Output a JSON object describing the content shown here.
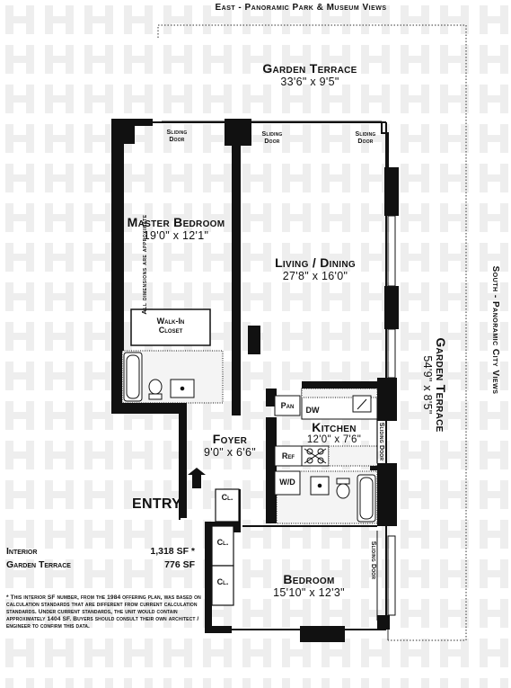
{
  "views": {
    "east": "East - Panoramic Park & Museum Views",
    "south": "South - Panoramic City Views"
  },
  "rooms": {
    "garden_terrace_north": {
      "name": "Garden Terrace",
      "dim": "33'6\" x 9'5\""
    },
    "garden_terrace_east": {
      "name": "Garden Terrace",
      "dim": "54'9\" x 8'5\""
    },
    "master_bedroom": {
      "name": "Master Bedroom",
      "dim": "19'0\" x 12'1\""
    },
    "living_dining": {
      "name": "Living / Dining",
      "dim": "27'8\" x 16'0\""
    },
    "kitchen": {
      "name": "Kitchen",
      "dim": "12'0\" x 7'6\""
    },
    "foyer": {
      "name": "Foyer",
      "dim": "9'0\" x 6'6\""
    },
    "bedroom": {
      "name": "Bedroom",
      "dim": "15'10\" x 12'3\""
    },
    "walk_in_closet": {
      "line1": "Walk-In",
      "line2": "Closet"
    }
  },
  "fixtures": {
    "sliding_door_1": {
      "line1": "Sliding",
      "line2": "Door"
    },
    "sliding_door_2": {
      "line1": "Sliding",
      "line2": "Door"
    },
    "sliding_door_3": {
      "line1": "Sliding",
      "line2": "Door"
    },
    "sliding_door_kitchen": "Sliding Door",
    "sliding_door_bedroom": "Sliding Door",
    "pantry": "Pan",
    "dishwasher": "DW",
    "refrigerator": "Ref",
    "washer_dryer": "W/D",
    "closet_foyer": "Cl.",
    "closet_bed_1": "Cl.",
    "closet_bed_2": "Cl."
  },
  "notes": {
    "approximate": "All dimensions are approximate",
    "entry": "ENTRY",
    "disclaimer": "* This interior SF number, from the 1984 offering plan, was based on calculation standards that are different from current calculation standards. Under current standards, the unit would contain approximately 1404 SF. Buyers should consult their own architect / engineer to confirm this data."
  },
  "area": {
    "interior": {
      "label": "Interior",
      "value": "1,318 SF *"
    },
    "terrace": {
      "label": "Garden Terrace",
      "value": "776 SF"
    }
  },
  "colors": {
    "wall": "#111111",
    "watermark": "#eeeeee",
    "line": "#222222"
  }
}
